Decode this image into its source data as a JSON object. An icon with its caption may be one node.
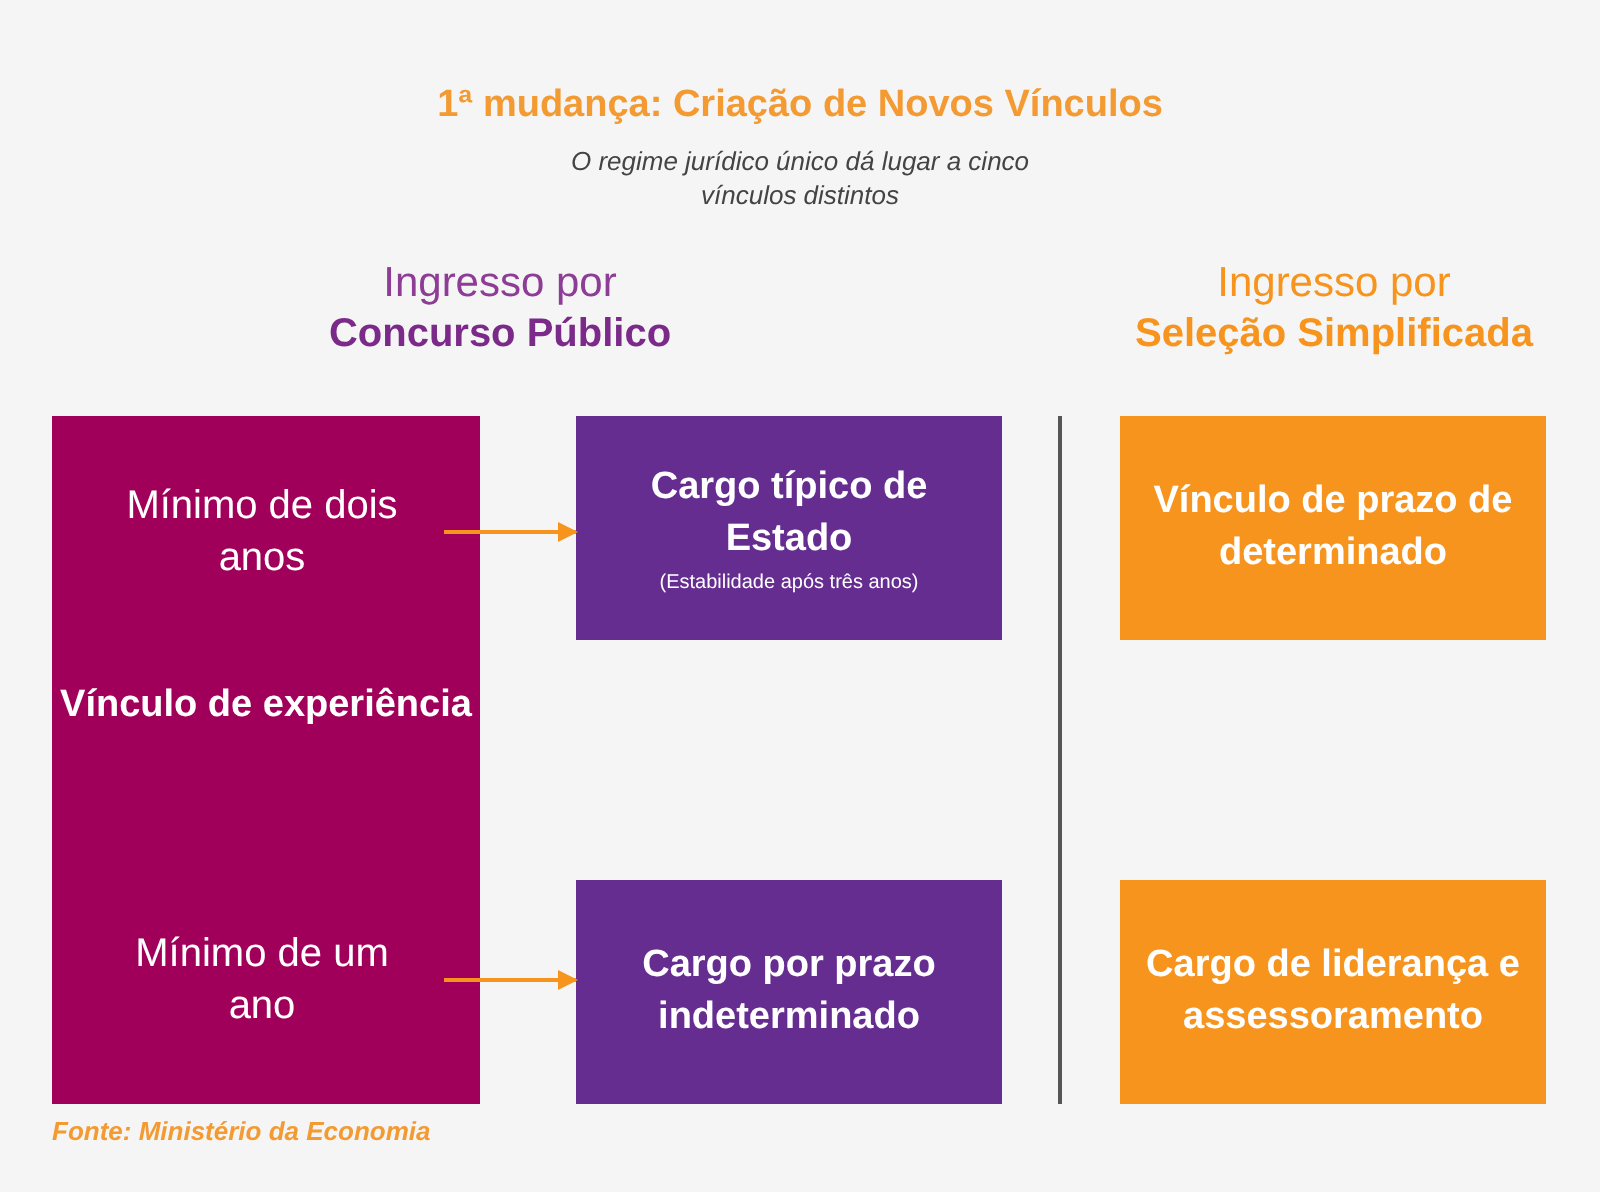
{
  "diagram": {
    "title": "1ª mudança: Criação de Novos Vínculos",
    "caption": "Fonte: Ministério da Economia",
    "nodes": [
      {
        "text": [
          "Vínculo de experiência"
        ]
      },
      {
        "text": [
          "Mínimo de dois anos"
        ],
        "in": 0
      },
      {
        "text": [
          "Mínimo de um ano"
        ],
        "in": 0
      },
      {
        "text": [
          "Cargo típico de Estado",
          "(Estabilidade após três anos)"
        ]
      },
      {
        "text": [
          "Cargo por prazo indeterminado"
        ]
      },
      {
        "text": [
          "Vínculo de prazo de determinado"
        ]
      },
      {
        "text": [
          "Cargo de liderança e assessoramento"
        ]
      }
    ],
    "edges": [
      {
        "from": 1,
        "to": 3,
        "arrow": "to"
      },
      {
        "from": 2,
        "to": 4,
        "arrow": "to"
      }
    ],
    "labels": [
      "O regime jurídico único dá lugar a cinco vínculos distintos",
      "Ingresso por",
      "Concurso Público",
      "Ingresso por",
      "Seleção Simplificada"
    ]
  }
}
